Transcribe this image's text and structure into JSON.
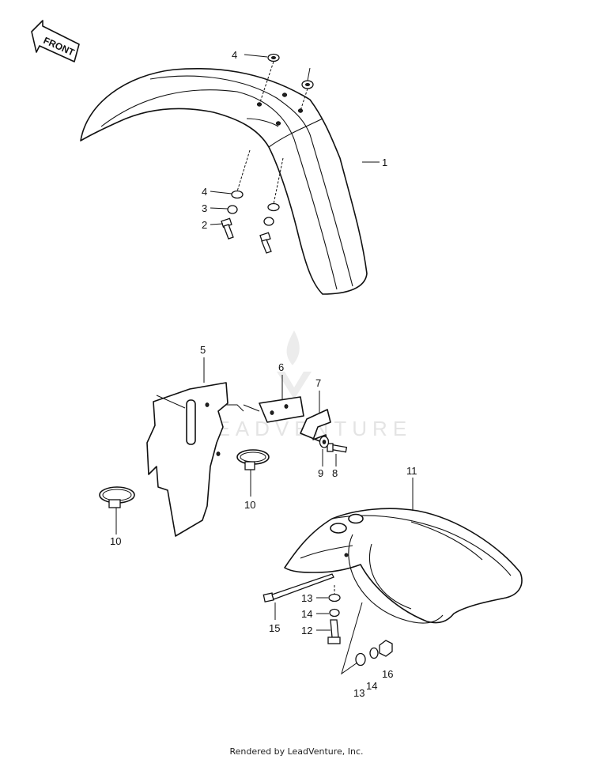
{
  "diagram": {
    "direction_badge": "FRONT",
    "watermark": "LEADVENTURE",
    "callouts": [
      {
        "id": "c1",
        "text": "1"
      },
      {
        "id": "c2",
        "text": "2"
      },
      {
        "id": "c3",
        "text": "3"
      },
      {
        "id": "c4a",
        "text": "4"
      },
      {
        "id": "c4b",
        "text": "4"
      },
      {
        "id": "c5",
        "text": "5"
      },
      {
        "id": "c6",
        "text": "6"
      },
      {
        "id": "c7",
        "text": "7"
      },
      {
        "id": "c8",
        "text": "8"
      },
      {
        "id": "c9",
        "text": "9"
      },
      {
        "id": "c10a",
        "text": "10"
      },
      {
        "id": "c10b",
        "text": "10"
      },
      {
        "id": "c11",
        "text": "11"
      },
      {
        "id": "c12",
        "text": "12"
      },
      {
        "id": "c13a",
        "text": "13"
      },
      {
        "id": "c13b",
        "text": "13"
      },
      {
        "id": "c14a",
        "text": "14"
      },
      {
        "id": "c14b",
        "text": "14"
      },
      {
        "id": "c15",
        "text": "15"
      },
      {
        "id": "c16",
        "text": "16"
      }
    ]
  },
  "footer": {
    "text": "Rendered by LeadVenture, Inc."
  }
}
